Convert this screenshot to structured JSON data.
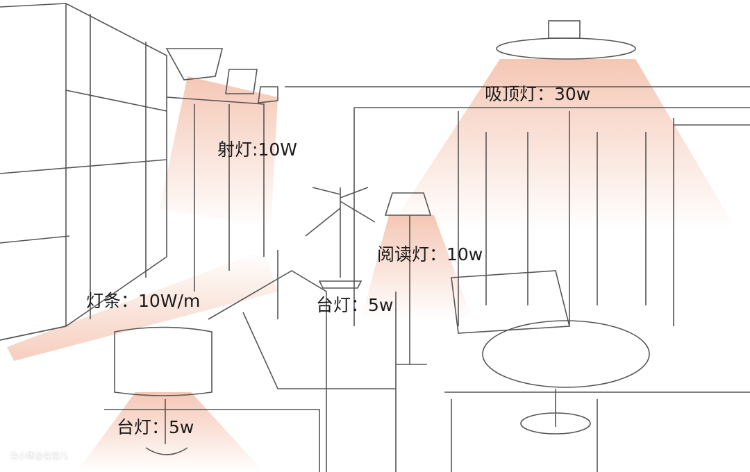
{
  "labels": {
    "ceiling_light": "吸顶灯：30w",
    "spotlight": "射灯:10W",
    "reading_lamp": "阅读灯：10w",
    "light_strip": "灯条：10W/m",
    "table_lamp_mid": "台灯：5w",
    "table_lamp_front": "台灯：5w"
  },
  "watermark": "住小帮@住范儿",
  "colors": {
    "glow": "#f3c2ae",
    "line": "#555555"
  }
}
